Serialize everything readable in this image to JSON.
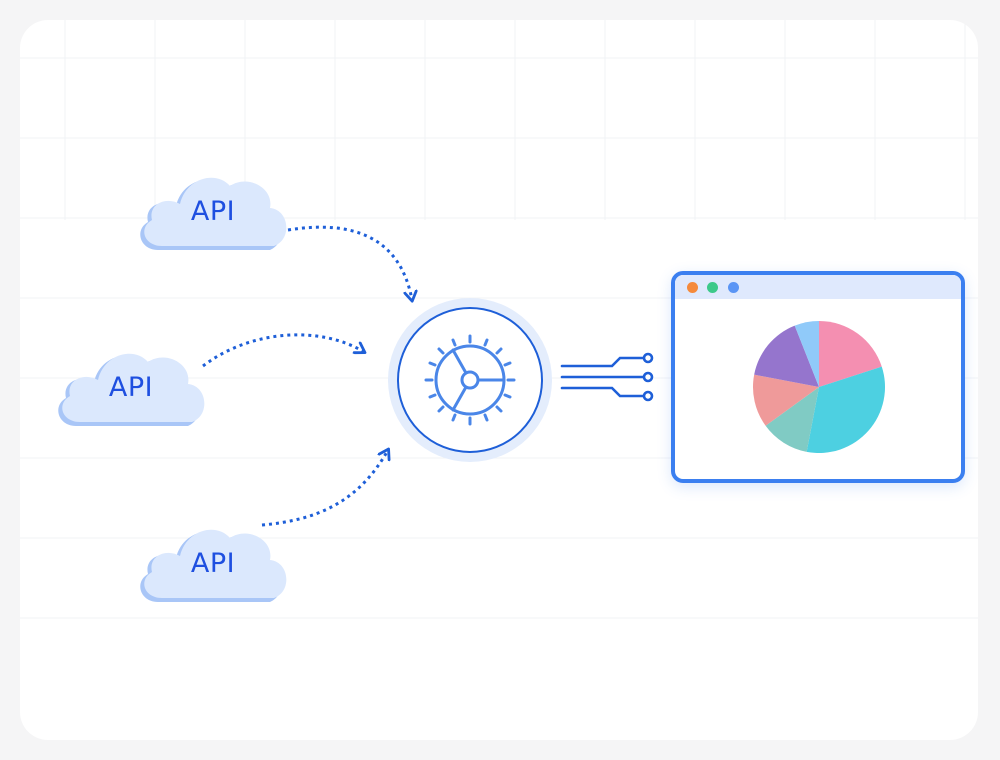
{
  "diagram": {
    "sources": [
      {
        "label": "API"
      },
      {
        "label": "API"
      },
      {
        "label": "API"
      }
    ],
    "processor": {
      "icon": "gear-icon"
    },
    "output": {
      "window_dots": [
        "#f58a3c",
        "#3cc98a",
        "#5a95f5"
      ],
      "pie_colors": [
        "#f48fb1",
        "#4dd0e1",
        "#80cbc4",
        "#ef9a9a",
        "#9575cd",
        "#90caf9"
      ]
    },
    "colors": {
      "accent": "#1e4fe0",
      "cloud_fill": "#dbe8fd",
      "cloud_shadow": "#a9c6f7",
      "arrow": "#1e5fd8"
    }
  }
}
